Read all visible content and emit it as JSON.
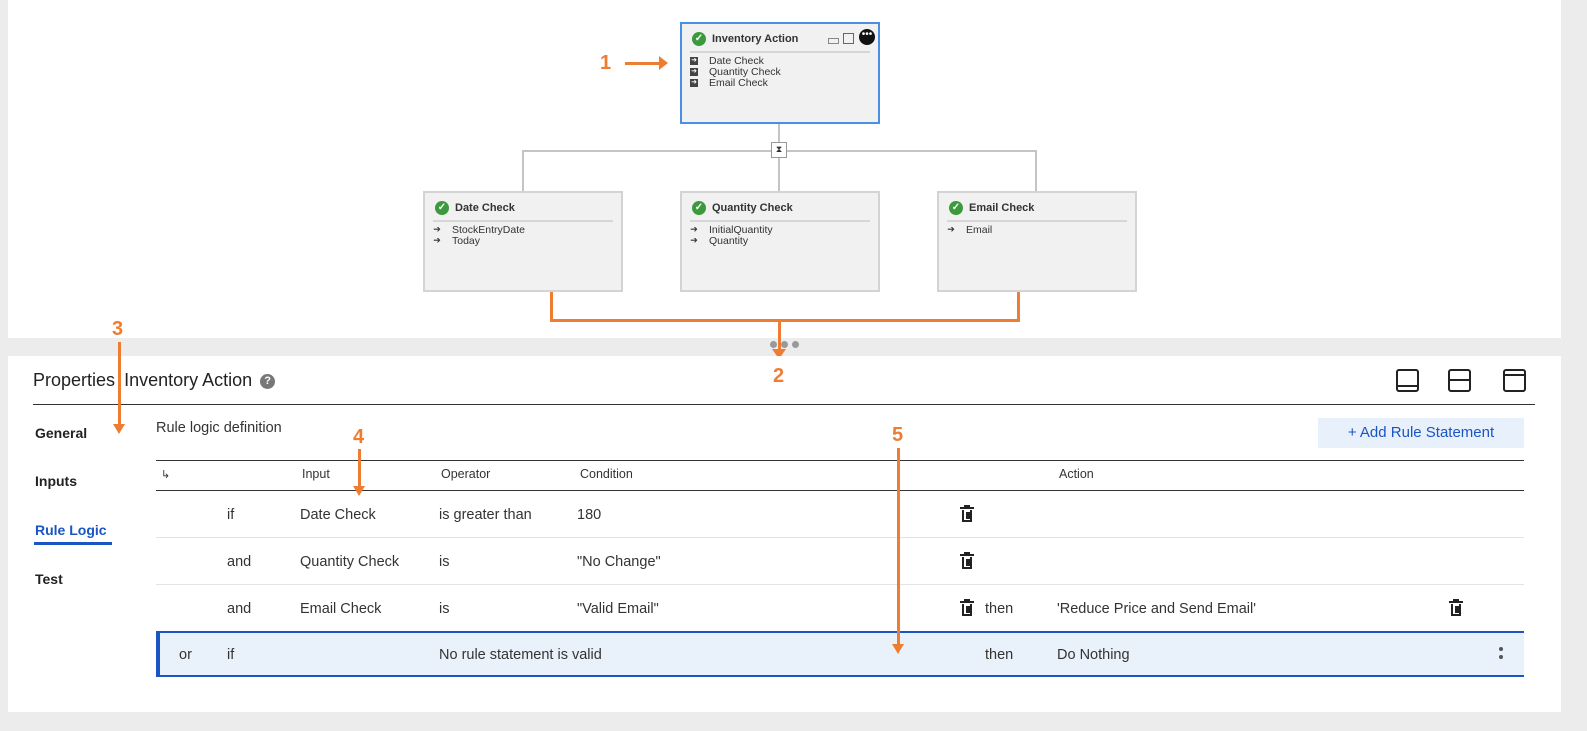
{
  "diagram": {
    "main_node": {
      "title": "Inventory Action",
      "items": [
        "Date Check",
        "Quantity Check",
        "Email Check"
      ],
      "menu_glyph": "•••"
    },
    "child_nodes": [
      {
        "title": "Date Check",
        "items": [
          "StockEntryDate",
          "Today"
        ]
      },
      {
        "title": "Quantity Check",
        "items": [
          "InitialQuantity",
          "Quantity"
        ]
      },
      {
        "title": "Email Check",
        "items": [
          "Email"
        ]
      }
    ],
    "callouts": [
      "1",
      "2",
      "3",
      "4",
      "5"
    ]
  },
  "properties": {
    "label": "Properties",
    "title": "Inventory Action",
    "help_icon": "question-circle-icon",
    "tabs": [
      "General",
      "Inputs",
      "Rule Logic",
      "Test"
    ],
    "active_tab": "Rule Logic"
  },
  "rule_logic": {
    "heading": "Rule logic definition",
    "add_button": "+ Add Rule Statement",
    "columns": {
      "input": "Input",
      "operator": "Operator",
      "condition": "Condition",
      "action": "Action"
    },
    "rows": [
      {
        "connector": "",
        "keyword": "if",
        "input": "Date Check",
        "operator": "is greater than",
        "condition": "180",
        "then": "",
        "action": ""
      },
      {
        "connector": "",
        "keyword": "and",
        "input": "Quantity Check",
        "operator": "is",
        "condition": "\"No Change\"",
        "then": "",
        "action": ""
      },
      {
        "connector": "",
        "keyword": "and",
        "input": "Email Check",
        "operator": "is",
        "condition": "\"Valid Email\"",
        "then": "then",
        "action": "'Reduce Price and Send Email'"
      }
    ],
    "default_row": {
      "connector": "or",
      "keyword": "if",
      "operator": "No rule statement is valid",
      "then": "then",
      "action": "Do Nothing"
    }
  },
  "colors": {
    "accent": "#1a55c4",
    "callout": "#ef7d31",
    "success": "#3c9a3c",
    "selected_row": "#e9f1fb"
  }
}
